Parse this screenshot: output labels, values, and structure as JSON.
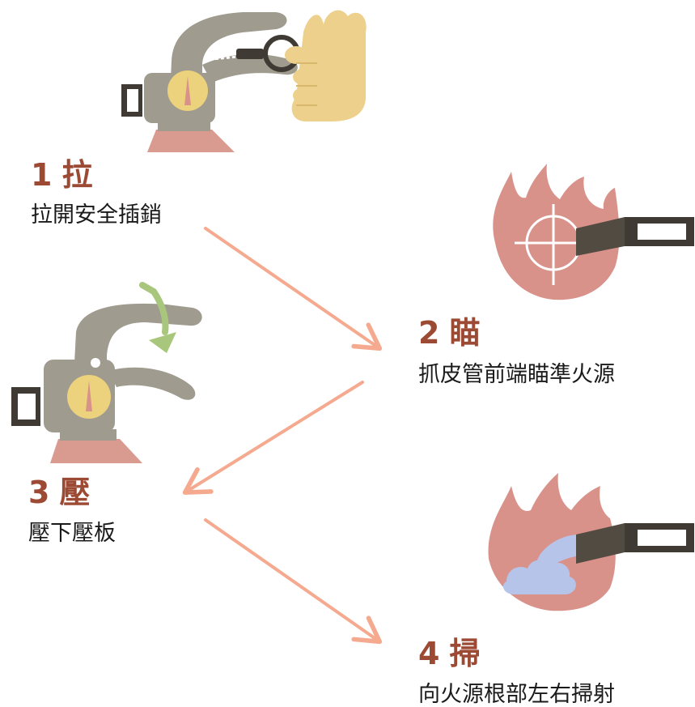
{
  "steps": [
    {
      "number": "1",
      "keyword": "拉",
      "description": "拉開安全插銷",
      "icon": "pull-pin-illustration-icon"
    },
    {
      "number": "2",
      "keyword": "瞄",
      "description": "抓皮管前端瞄準火源",
      "icon": "aim-nozzle-at-fire-icon"
    },
    {
      "number": "3",
      "keyword": "壓",
      "description": "壓下壓板",
      "icon": "press-lever-illustration-icon"
    },
    {
      "number": "4",
      "keyword": "掃",
      "description": "向火源根部左右掃射",
      "icon": "sweep-spray-at-fire-icon"
    }
  ],
  "colors": {
    "title": "#9c4a34",
    "text": "#1a1a1a",
    "arrow": "#f5a98e",
    "extinguisher_body": "#9f9b8f",
    "gauge": "#ecd27d",
    "base": "#d99a90",
    "flame": "#d9928a",
    "hand": "#edd08c",
    "water": "#b7c4ea",
    "down_arrow": "#a9c77c",
    "nozzle": "#524b42"
  }
}
